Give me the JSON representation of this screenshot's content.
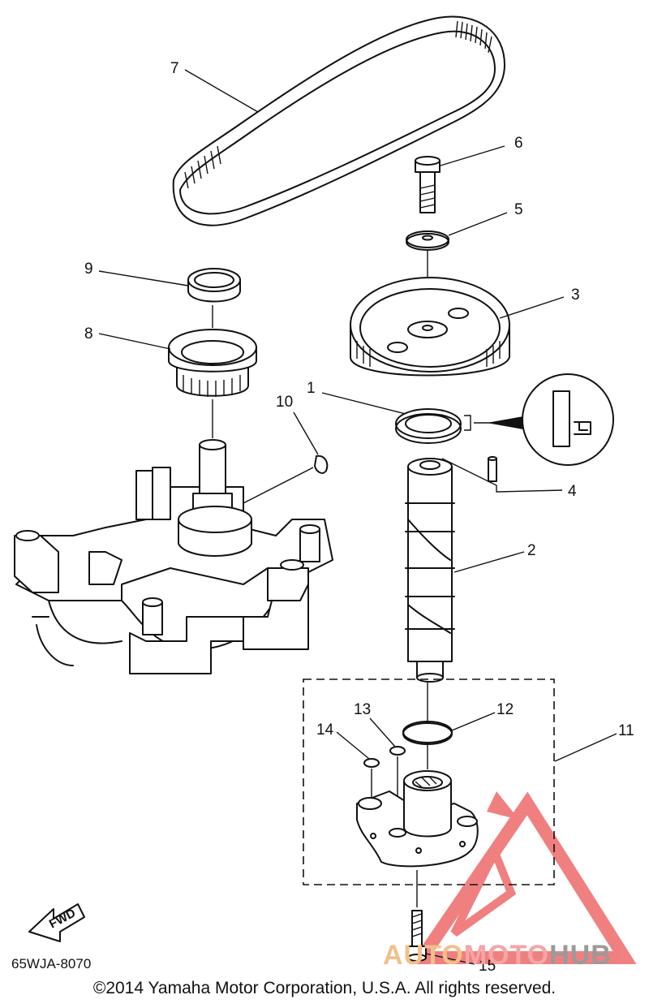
{
  "diagram_code": "65WJA-8070",
  "copyright": "©2014 Yamaha Motor Corporation, U.S.A. All rights reserved.",
  "fwd_label": "FWD",
  "watermark": {
    "part1": "AUTO",
    "part2": "MOTO",
    "part3": "HUB",
    "colors": {
      "auto": "#f2c08a",
      "moto": "#f4a6a6",
      "hub": "#9a9a9a",
      "triangle": "#ee6b6b"
    }
  },
  "callouts": {
    "c1": "1",
    "c2": "2",
    "c3": "3",
    "c4": "4",
    "c5": "5",
    "c6": "6",
    "c7": "7",
    "c8": "8",
    "c9": "9",
    "c10": "10",
    "c11": "11",
    "c12": "12",
    "c13": "13",
    "c14": "14",
    "c15": "15"
  }
}
